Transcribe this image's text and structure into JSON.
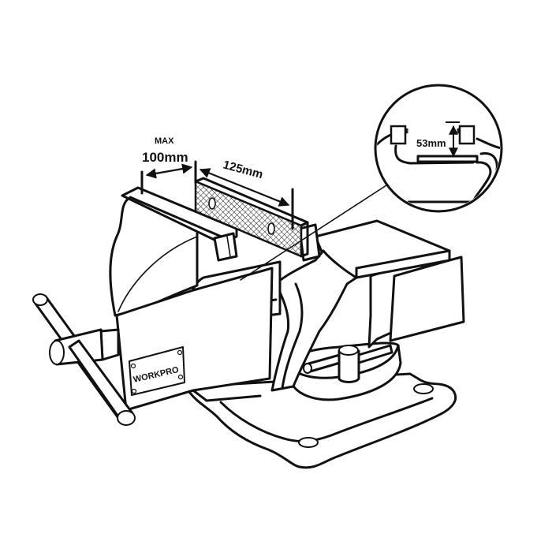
{
  "diagram": {
    "subject": "bench vise with swivel base",
    "colors": {
      "line": "#111111",
      "background": "#ffffff"
    }
  },
  "annotations": {
    "max_opening": {
      "prefix": "MAX",
      "value": "100mm"
    },
    "jaw_width": {
      "value": "125mm"
    },
    "throat_depth": {
      "value": "53mm"
    }
  },
  "brand_plate": {
    "text": "WORKPRO"
  }
}
